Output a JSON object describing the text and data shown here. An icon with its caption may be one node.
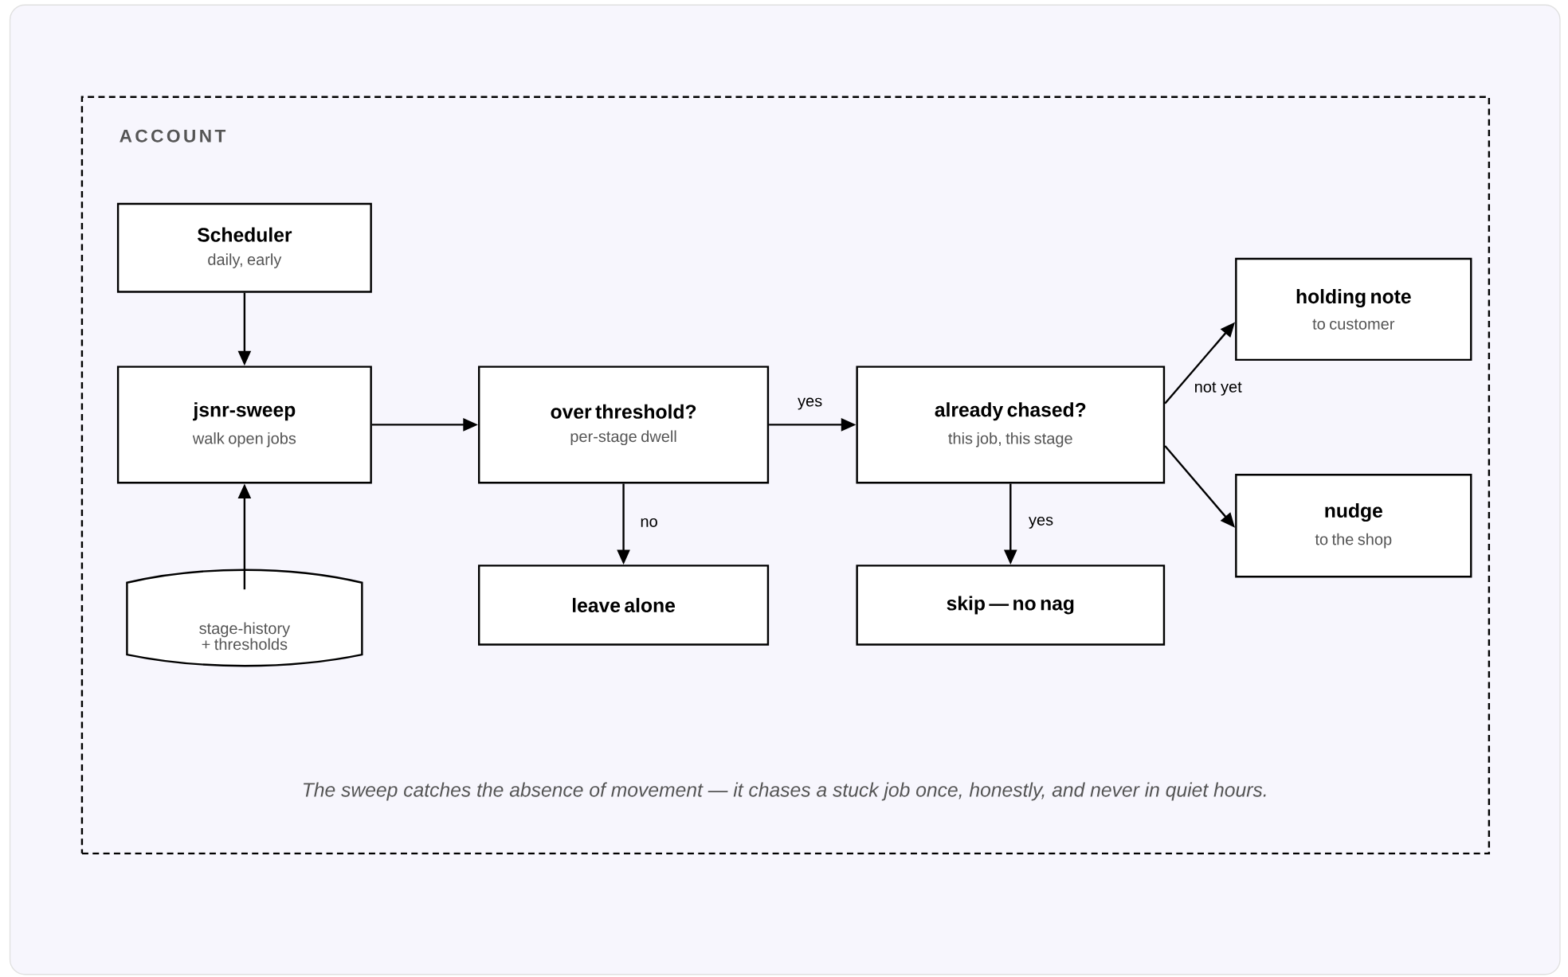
{
  "diagram": {
    "caption": "The sweep catches the absence of movement — it chases a stuck job once, honestly, and never in quiet hours.",
    "nodes": [
      {
        "text": [
          "ACCOUNT"
        ]
      },
      {
        "text": [
          "Scheduler",
          "daily, early"
        ],
        "in": 0
      },
      {
        "text": [
          "jsnr-sweep",
          "walk open jobs"
        ],
        "in": 0
      },
      {
        "text": [
          "stage-history + thresholds"
        ],
        "in": 0
      },
      {
        "text": [
          "over threshold?",
          "per-stage dwell"
        ],
        "in": 0
      },
      {
        "text": [
          "leave alone"
        ],
        "in": 0
      },
      {
        "text": [
          "already chased?",
          "this job, this stage"
        ],
        "in": 0
      },
      {
        "text": [
          "skip — no nag"
        ],
        "in": 0
      },
      {
        "text": [
          "holding note",
          "to customer"
        ],
        "in": 0
      },
      {
        "text": [
          "nudge",
          "to the shop"
        ],
        "in": 0
      }
    ],
    "edges": [
      {
        "from": 1,
        "to": 2,
        "arrow": "to"
      },
      {
        "from": 3,
        "to": 2,
        "arrow": "to"
      },
      {
        "from": 2,
        "to": 4,
        "arrow": "to"
      },
      {
        "from": 4,
        "to": 6,
        "arrow": "to",
        "label": "yes"
      },
      {
        "from": 4,
        "to": 5,
        "arrow": "to",
        "label": "no"
      },
      {
        "from": 6,
        "to": 7,
        "arrow": "to",
        "label": "yes"
      },
      {
        "from": 6,
        "to": 8,
        "arrow": "to",
        "label": "not yet"
      },
      {
        "from": 6,
        "to": 9,
        "arrow": "to"
      }
    ]
  }
}
